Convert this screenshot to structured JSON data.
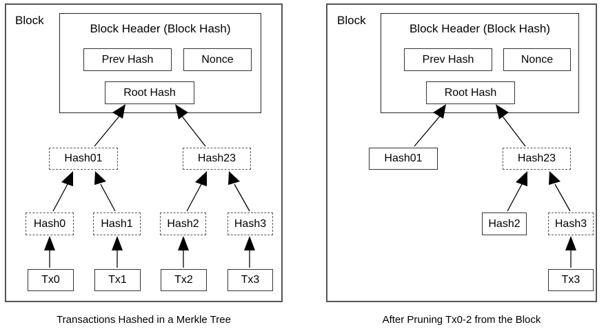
{
  "diagram": {
    "title_left": "Transactions Hashed in a Merkle Tree",
    "title_right": "After Pruning Tx0-2 from the Block",
    "colors": {
      "panel_border": "#555555",
      "box_border": "#333333",
      "dashed_border": "#555555",
      "arrow": "#000000",
      "background": "#ffffff",
      "text": "#000000"
    }
  },
  "left_panel": {
    "block_label": "Block",
    "header": {
      "title": "Block Header (Block Hash)",
      "fields": [
        {
          "label": "Prev Hash",
          "style": "solid"
        },
        {
          "label": "Nonce",
          "style": "solid"
        },
        {
          "label": "Root Hash",
          "style": "solid"
        }
      ]
    },
    "level_1": [
      {
        "label": "Hash01",
        "style": "dashed"
      },
      {
        "label": "Hash23",
        "style": "dashed"
      }
    ],
    "level_2": [
      {
        "label": "Hash0",
        "style": "dashed"
      },
      {
        "label": "Hash1",
        "style": "dashed"
      },
      {
        "label": "Hash2",
        "style": "dashed"
      },
      {
        "label": "Hash3",
        "style": "dashed"
      }
    ],
    "transactions": [
      {
        "label": "Tx0",
        "style": "solid"
      },
      {
        "label": "Tx1",
        "style": "solid"
      },
      {
        "label": "Tx2",
        "style": "solid"
      },
      {
        "label": "Tx3",
        "style": "solid"
      }
    ],
    "caption": "Transactions Hashed in a Merkle Tree"
  },
  "right_panel": {
    "block_label": "Block",
    "header": {
      "title": "Block Header (Block Hash)",
      "fields": [
        {
          "label": "Prev Hash",
          "style": "solid"
        },
        {
          "label": "Nonce",
          "style": "solid"
        },
        {
          "label": "Root Hash",
          "style": "solid"
        }
      ]
    },
    "level_1": [
      {
        "label": "Hash01",
        "style": "solid"
      },
      {
        "label": "Hash23",
        "style": "dashed"
      }
    ],
    "level_2": [
      {
        "label": "Hash2",
        "style": "solid"
      },
      {
        "label": "Hash3",
        "style": "dashed"
      }
    ],
    "transactions": [
      {
        "label": "Tx3",
        "style": "solid"
      }
    ],
    "caption": "After Pruning Tx0-2 from the Block"
  }
}
